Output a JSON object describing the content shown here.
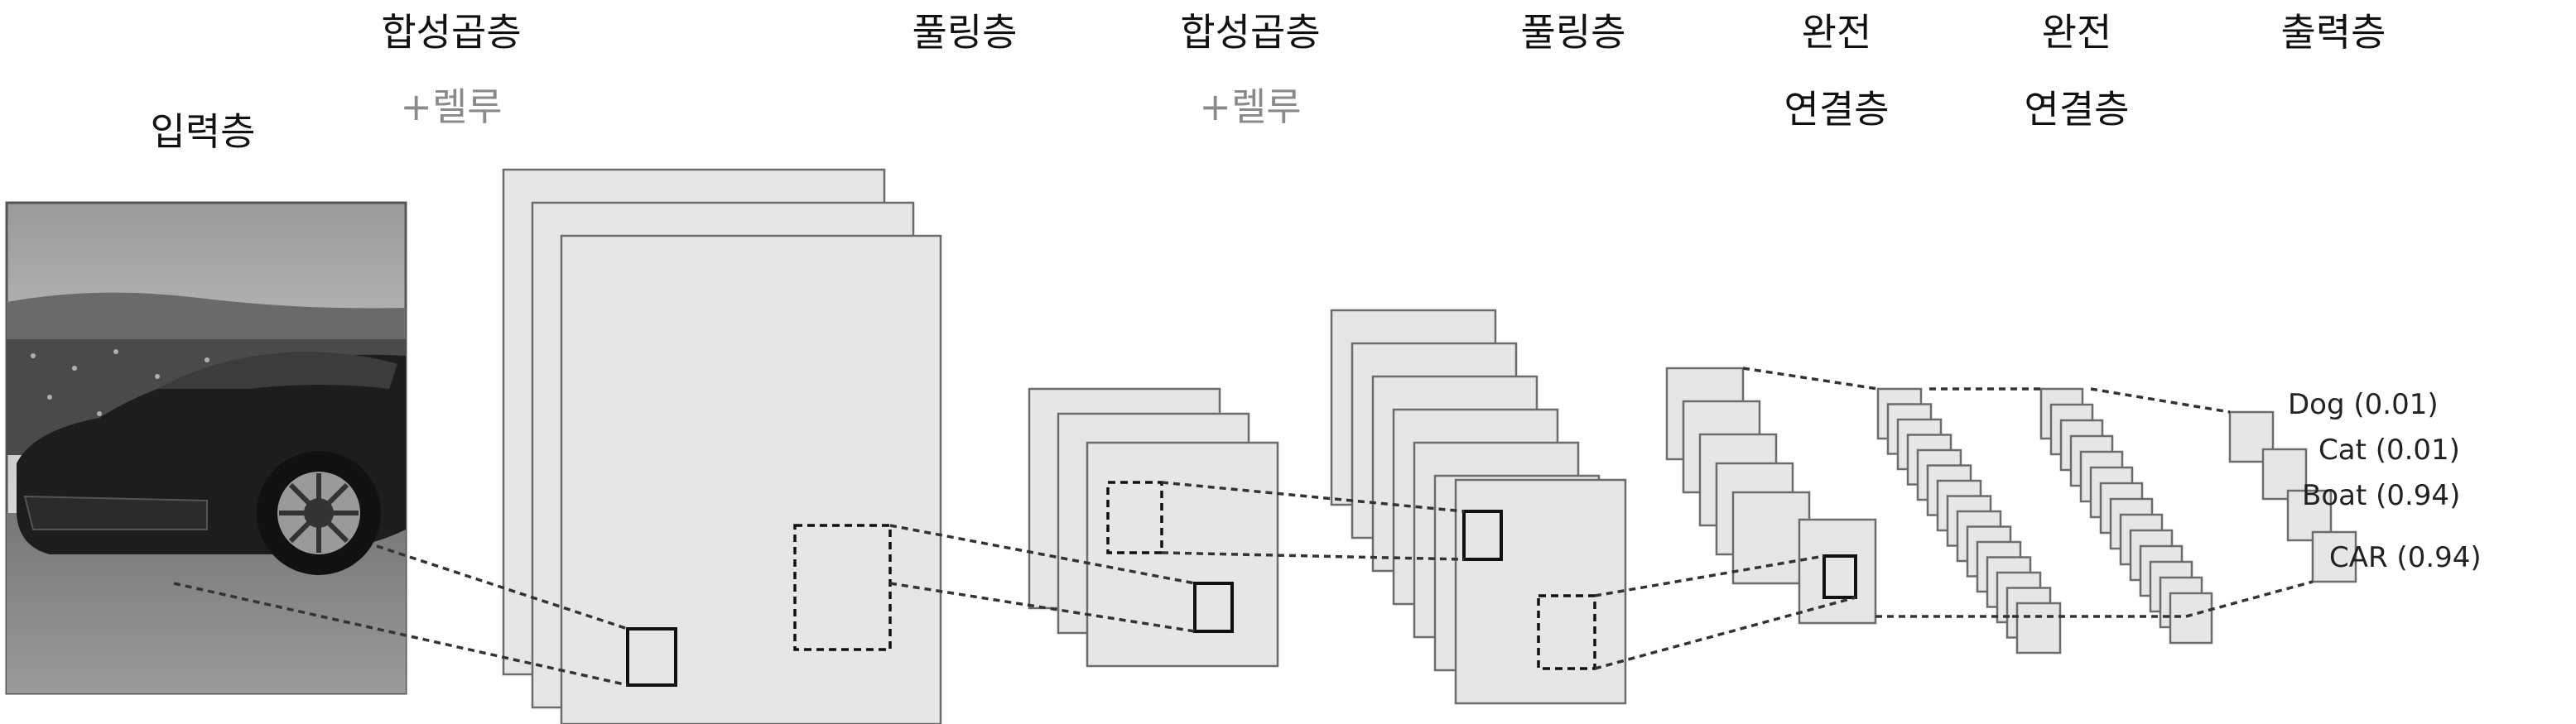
{
  "layers": [
    {
      "id": "input",
      "lines": [
        "입력층"
      ]
    },
    {
      "id": "conv1",
      "lines": [
        "합성곱층"
      ],
      "sub": "+렐루"
    },
    {
      "id": "pool1",
      "lines": [
        "풀링층"
      ]
    },
    {
      "id": "conv2",
      "lines": [
        "합성곱층"
      ],
      "sub": "+렐루"
    },
    {
      "id": "pool2",
      "lines": [
        "풀링층"
      ]
    },
    {
      "id": "fc1",
      "lines": [
        "완전",
        "연결층"
      ]
    },
    {
      "id": "fc2",
      "lines": [
        "완전",
        "연결층"
      ]
    },
    {
      "id": "output",
      "lines": [
        "출력층"
      ]
    }
  ],
  "outputs": [
    {
      "label": "Dog (0.01)"
    },
    {
      "label": "Cat (0.01)"
    },
    {
      "label": "Boat (0.94)"
    },
    {
      "label": "CAR (0.94)"
    }
  ],
  "image": {
    "subject": "sports car photo (grayscale)"
  },
  "colors": {
    "page_fill": "#e6e6e6",
    "page_stroke": "#6c6c6c",
    "line": "#111111",
    "sub_label": "#8a8a8a"
  }
}
